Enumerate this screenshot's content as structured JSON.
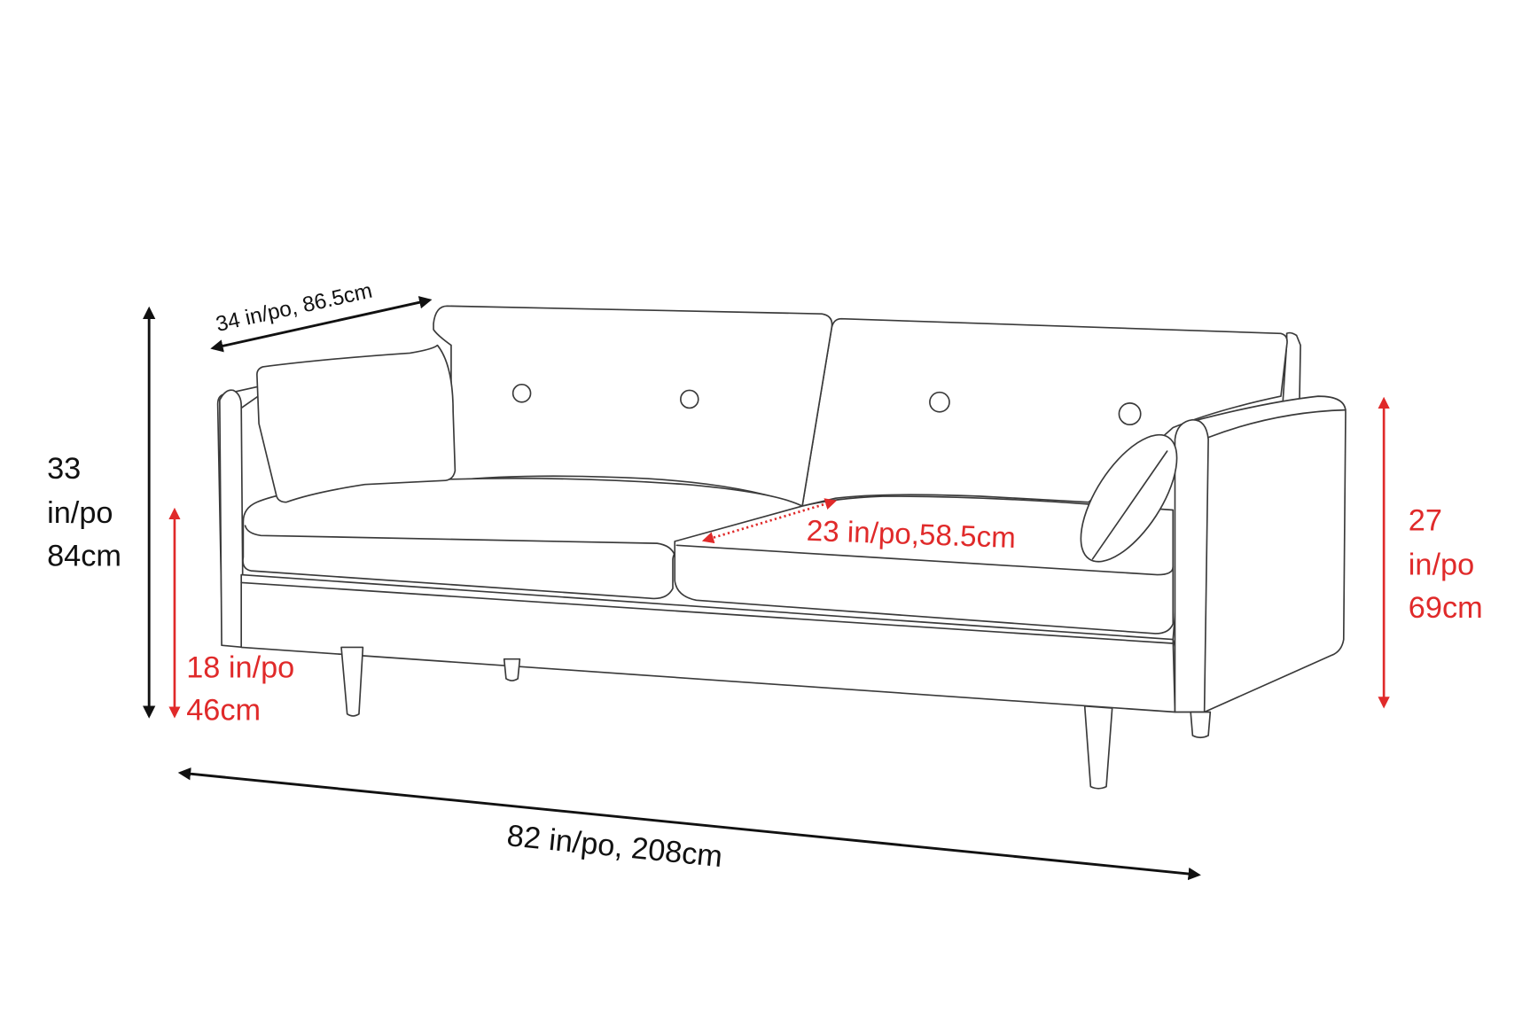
{
  "diagram": {
    "subject": "Three-seat sofa with dimension callouts",
    "colors": {
      "outline": "#3a3a3a",
      "overall_dimension": "#111111",
      "seat_dimension": "#e02a2a",
      "background": "#ffffff"
    },
    "dimensions": {
      "depth": {
        "label": "34 in/po, 86.5cm",
        "color": "#111111"
      },
      "overall_height": {
        "line1": "33",
        "line2": "in/po",
        "line3": "84cm",
        "color": "#111111"
      },
      "seat_height": {
        "line1": "18 in/po",
        "line2": "46cm",
        "color": "#e02a2a"
      },
      "seat_depth": {
        "label": "23 in/po,58.5cm",
        "color": "#e02a2a"
      },
      "arm_height": {
        "line1": "27",
        "line2": "in/po",
        "line3": "69cm",
        "color": "#e02a2a"
      },
      "overall_width": {
        "label": "82 in/po, 208cm",
        "color": "#111111"
      }
    },
    "parts": {
      "back_cushions": 2,
      "seat_cushions": 2,
      "throw_pillows": 2,
      "buttons": 4,
      "legs_visible": 4
    }
  }
}
